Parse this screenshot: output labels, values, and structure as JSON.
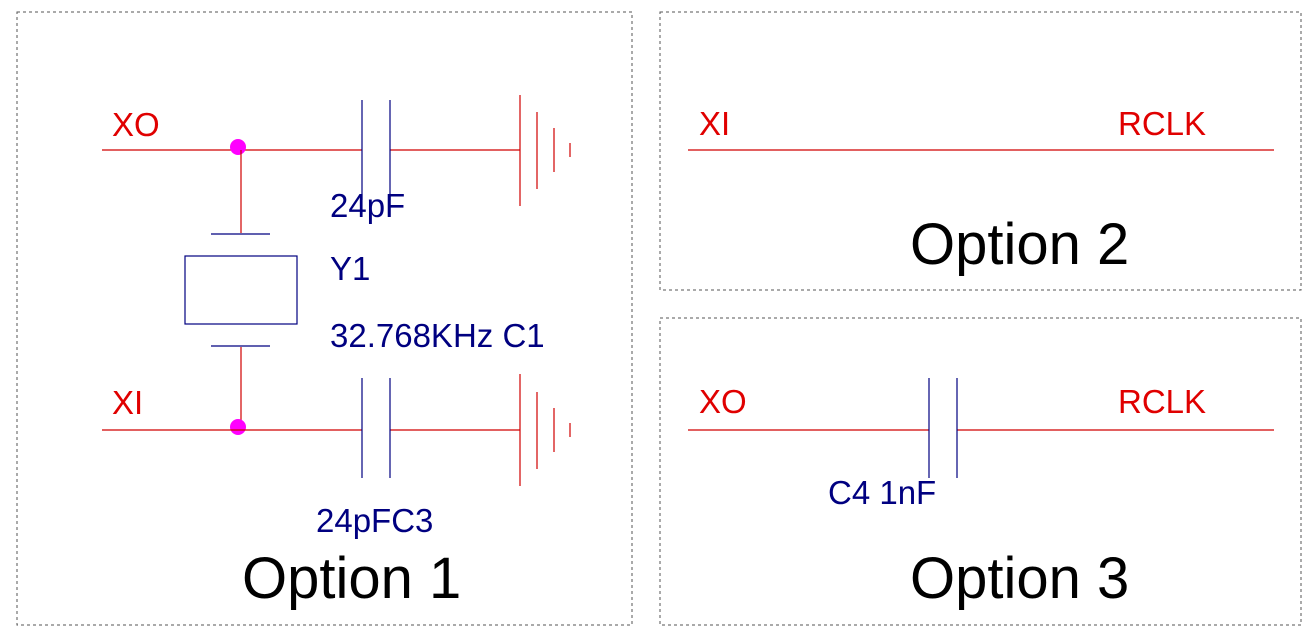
{
  "option1": {
    "title": "Option 1",
    "net_xo": "XO",
    "net_xi": "XI",
    "cap_top_value": "24pF",
    "crystal_ref": "Y1",
    "crystal_value": "32.768KHz C1",
    "cap_bottom_value": "24pFC3"
  },
  "option2": {
    "title": "Option 2",
    "net_left": "XI",
    "net_right": "RCLK"
  },
  "option3": {
    "title": "Option 3",
    "net_left": "XO",
    "net_right": "RCLK",
    "cap_label": "C4 1nF"
  },
  "colors": {
    "net_label": "#e00000",
    "part_label": "#000080",
    "junction": "#ff00ff",
    "wire": "#d00000"
  }
}
